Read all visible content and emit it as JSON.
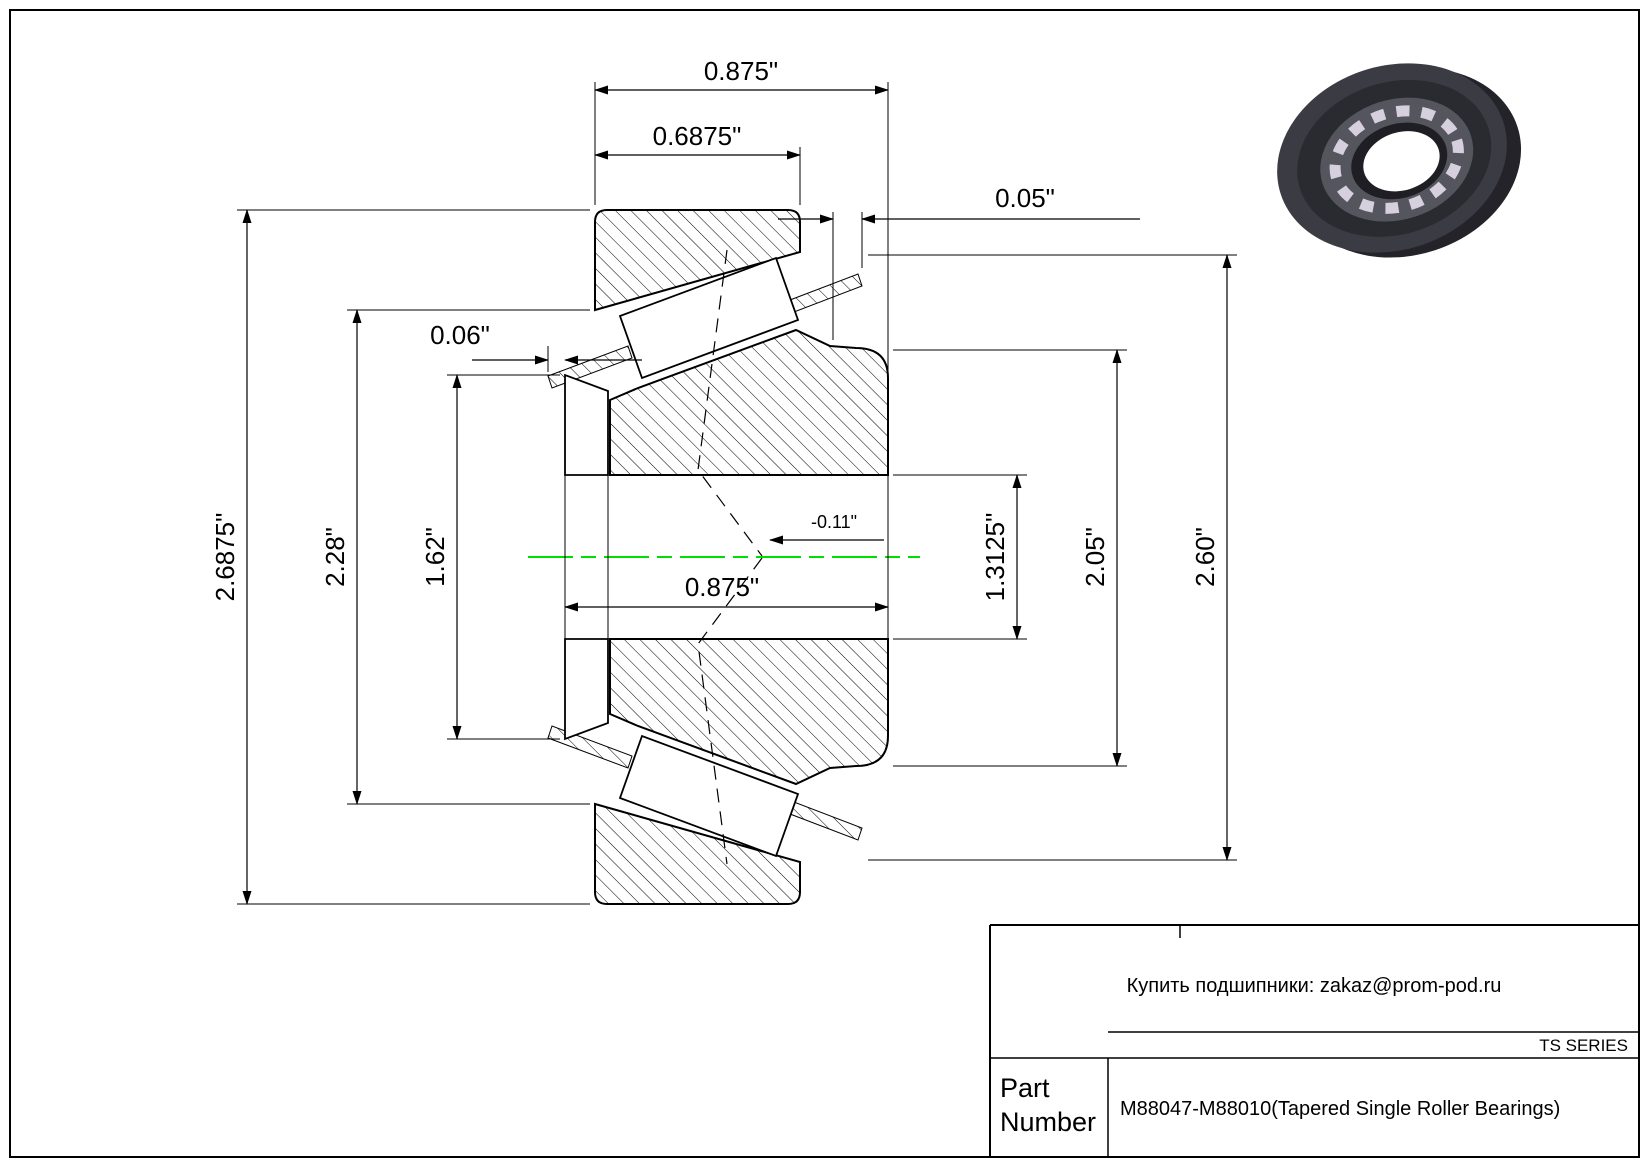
{
  "page": {
    "background": "#ffffff",
    "line_color": "#000000",
    "centerline_color": "#00dd00"
  },
  "dims": {
    "overall_width": "0.875\"",
    "cup_width": "0.6875\"",
    "stickout_right": "0.05\"",
    "stickout_left": "0.06\"",
    "outer_diameter": "2.6875\"",
    "cup_front_face_diameter": "2.28\"",
    "cone_front_rib_diameter": "1.62\"",
    "bore_diameter": "1.3125\"",
    "cone_back_rib_diameter": "2.05\"",
    "backing_shoulder_diameter": "2.60\"",
    "cone_width": "0.875\"",
    "effective_center": "-0.11\""
  },
  "title_block": {
    "supplier_line": "Купить подшипники: zakaz@prom-pod.ru",
    "series_label": "TS SERIES",
    "part_label_line1": "Part",
    "part_label_line2": "Number",
    "part_number": "M88047-M88010(Tapered Single Roller Bearings)"
  },
  "illustration": {
    "name": "tapered-roller-bearing-3d-render",
    "body_color": "#3b3b44",
    "face_color": "#2a2a31",
    "cage_color": "#55555e",
    "roller_color": "#d6cfde",
    "shadow_color": "#232329",
    "hub_color": "#1e1e24"
  }
}
